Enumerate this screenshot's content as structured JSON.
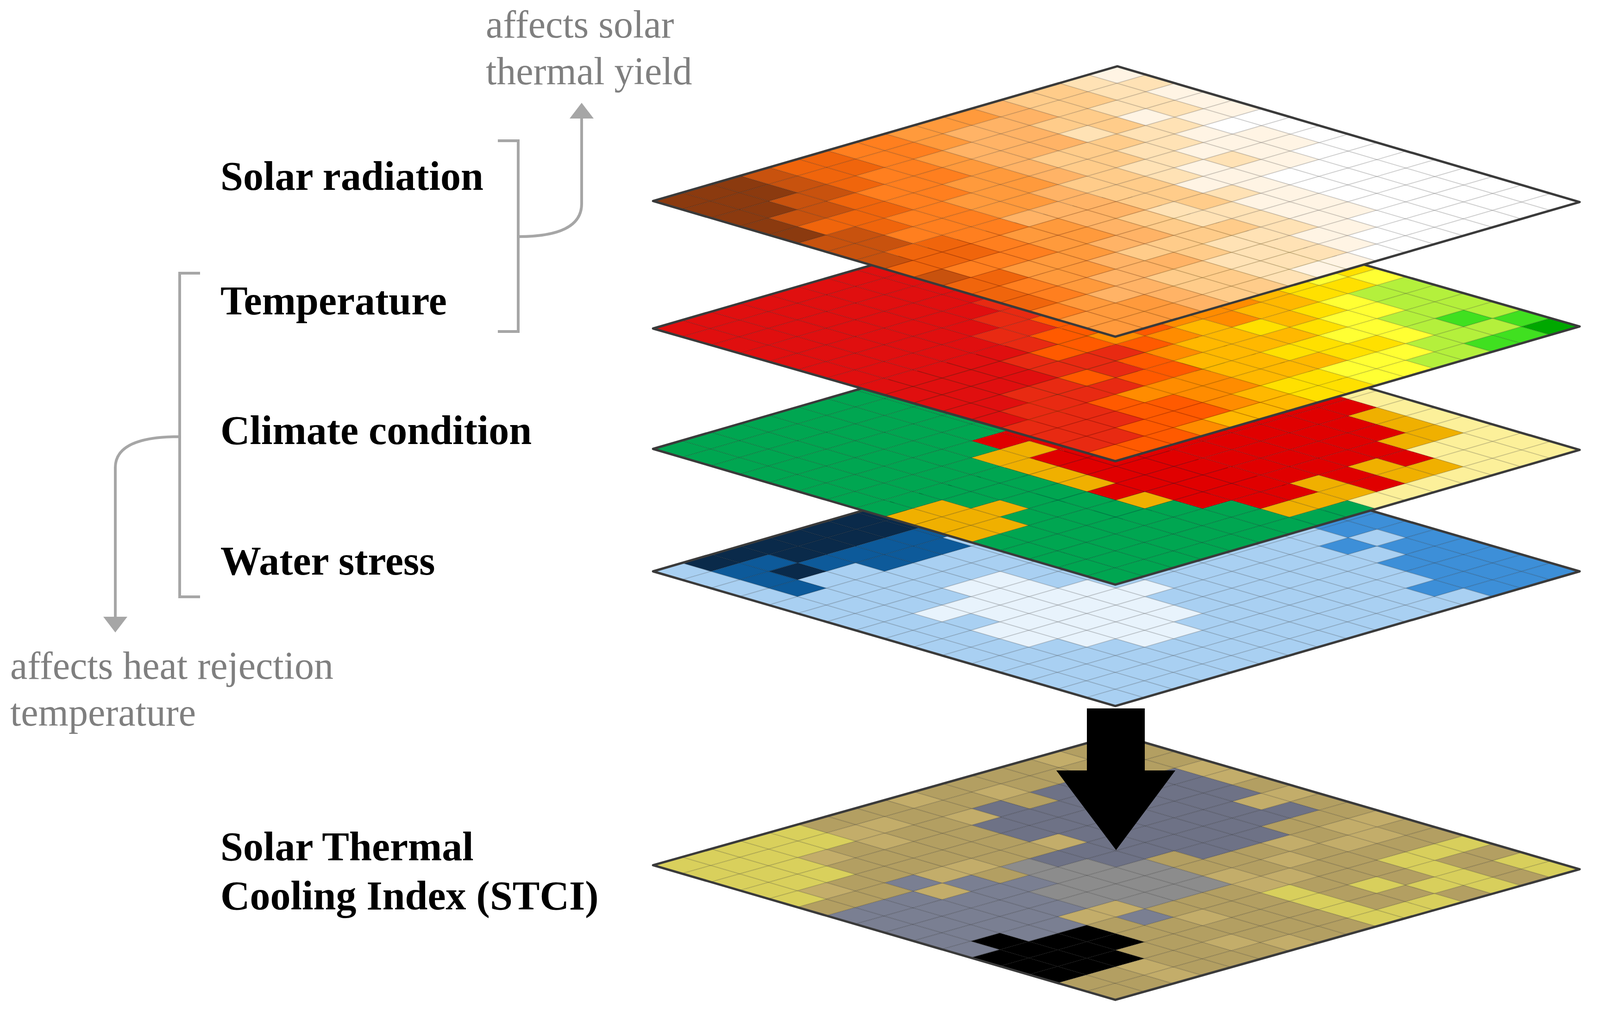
{
  "diagram": {
    "labels": [
      "affects solar thermal yield",
      "Solar radiation",
      "Temperature",
      "Climate condition",
      "Water stress",
      "affects heat rejection temperature",
      "Solar Thermal Cooling Index (STCI)"
    ]
  }
}
